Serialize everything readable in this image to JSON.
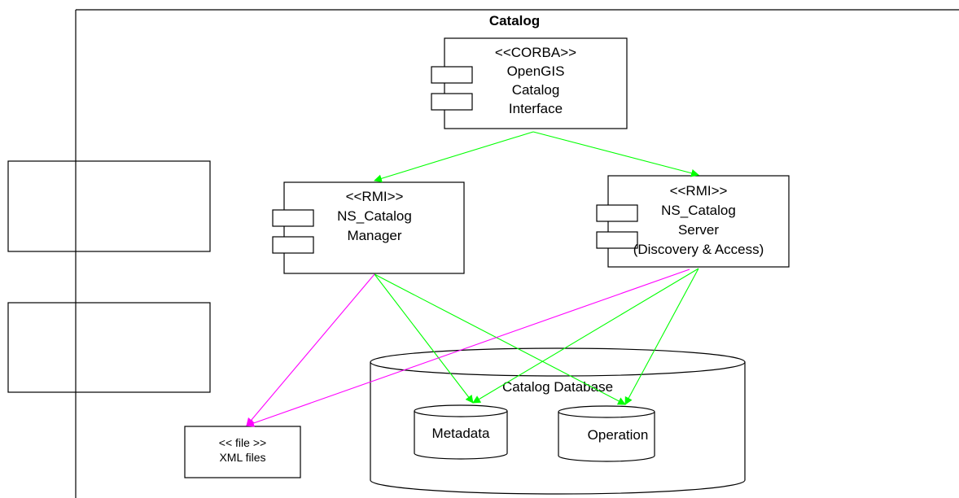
{
  "package": {
    "title": "Catalog"
  },
  "components": {
    "corba": {
      "lines": [
        "<<CORBA>>",
        "OpenGIS",
        "Catalog",
        "Interface"
      ]
    },
    "manager": {
      "lines": [
        "<<RMI>>",
        "NS_Catalog",
        "Manager"
      ]
    },
    "server": {
      "lines": [
        "<<RMI>>",
        "NS_Catalog",
        "Server",
        "(Discovery & Access)"
      ]
    }
  },
  "database": {
    "title": "Catalog Database",
    "metadata": "Metadata",
    "operation": "Operation"
  },
  "files": {
    "lines": [
      "<< file >>",
      "XML files"
    ]
  },
  "colors": {
    "green": "#00ff00",
    "magenta": "#ff00ff",
    "stroke": "#000000"
  }
}
